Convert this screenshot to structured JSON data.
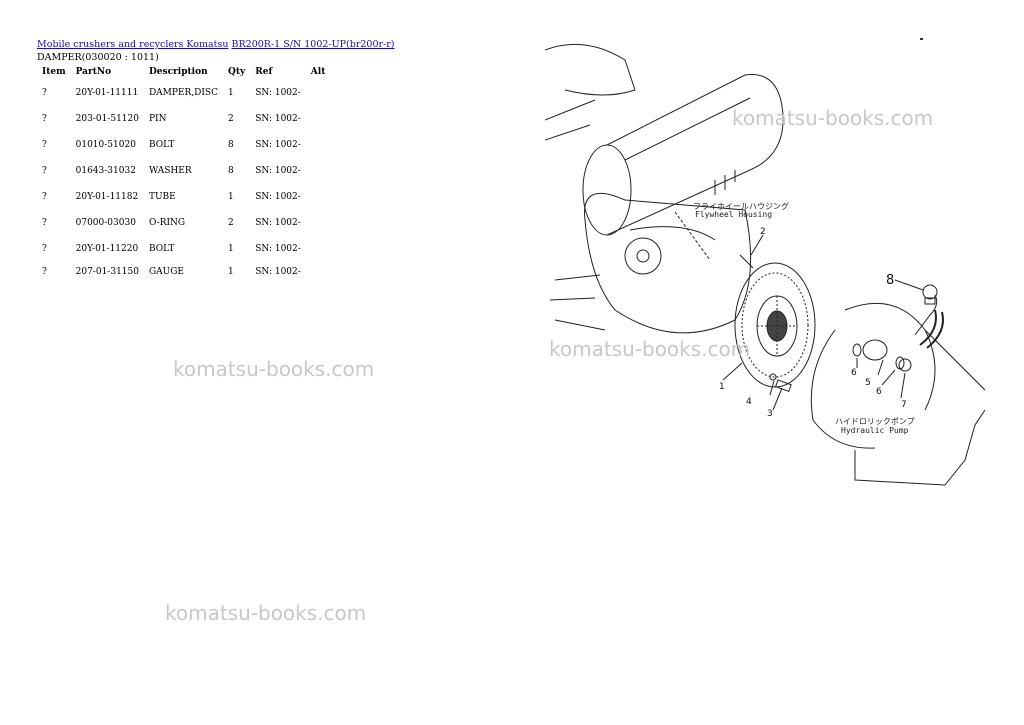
{
  "breadcrumb": {
    "link1": "Mobile crushers and recyclers Komatsu",
    "link2": "BR200R-1 S/N 1002-UP(br200r-r)"
  },
  "subtitle": "DAMPER(030020 : 1011)",
  "table": {
    "headers": [
      "Item",
      "PartNo",
      "Description",
      "Qty",
      "Ref",
      "Alt"
    ],
    "rows": [
      {
        "item": "?",
        "partno": "20Y-01-11111",
        "desc": "DAMPER,DISC",
        "qty": "1",
        "ref": "SN: 1002-"
      },
      {
        "item": "?",
        "partno": "203-01-51120",
        "desc": "PIN",
        "qty": "2",
        "ref": "SN: 1002-"
      },
      {
        "item": "?",
        "partno": "01010-51020",
        "desc": "BOLT",
        "qty": "8",
        "ref": "SN: 1002-"
      },
      {
        "item": "?",
        "partno": "01643-31032",
        "desc": "WASHER",
        "qty": "8",
        "ref": "SN: 1002-"
      },
      {
        "item": "?",
        "partno": "20Y-01-11182",
        "desc": "TUBE",
        "qty": "1",
        "ref": "SN: 1002-"
      },
      {
        "item": "?",
        "partno": "07000-03030",
        "desc": "O-RING",
        "qty": "2",
        "ref": "SN: 1002-"
      },
      {
        "item": "?",
        "partno": "20Y-01-11220",
        "desc": "BOLT",
        "qty": "1",
        "ref": "SN: 1002-"
      },
      {
        "item": "?",
        "partno": "207-01-31150",
        "desc": "GAUGE",
        "qty": "1",
        "ref": "SN: 1002-"
      }
    ]
  },
  "watermark": "komatsu-books.com",
  "diagram": {
    "label_flywheel_jp": "フライホイールハウジング",
    "label_flywheel_en": "Flywheel Housing",
    "label_pump_jp": "ハイドロリックポンプ",
    "label_pump_en": "Hydraulic Pump",
    "callouts": [
      "1",
      "2",
      "3",
      "4",
      "5",
      "6",
      "6",
      "7",
      "8"
    ]
  }
}
